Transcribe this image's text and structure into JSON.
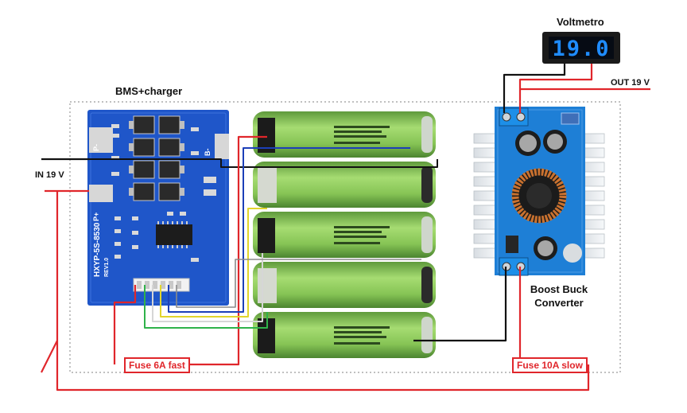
{
  "labels": {
    "voltmetro": "Voltmetro",
    "bms": "BMS+charger",
    "in": "IN 19 V",
    "out": "OUT 19 V",
    "boost_line1": "Boost Buck",
    "boost_line2": "Converter"
  },
  "fuses": {
    "fuse1": "Fuse 6A fast",
    "fuse2": "Fuse 10A slow"
  },
  "voltmeter_display": "19.0",
  "pcb": {
    "model": "HXYP-5S-8530",
    "rev": "REV1.0",
    "pad_b_minus": "B-",
    "pad_p_minus": "P-",
    "pad_p_plus": "P+"
  },
  "colors": {
    "wire_red": "#e0262b",
    "wire_black": "#111111",
    "pcb_blue": "#1f56c9",
    "battery_green": "#8cc85c",
    "display_digits": "#1f8cff"
  }
}
